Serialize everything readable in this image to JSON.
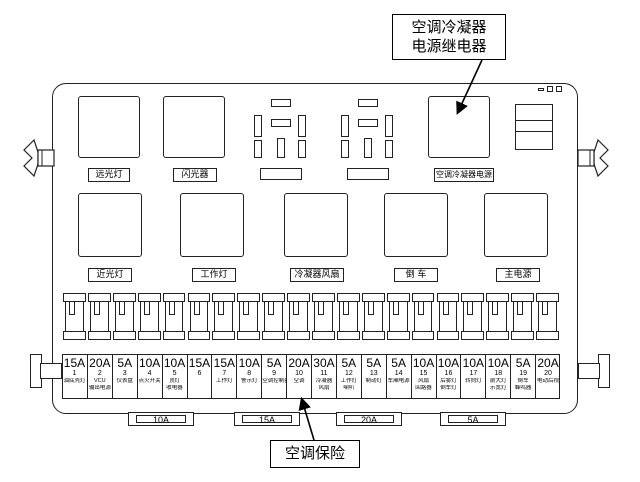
{
  "callouts": {
    "top_line1": "空调冷凝器",
    "top_line2": "电源继电器",
    "bottom": "空调保险"
  },
  "relays": {
    "row1": [
      "远光灯",
      "闪光器",
      "空调冷凝器电源"
    ],
    "row2": [
      "近光灯",
      "工作灯",
      "冷凝器风扇",
      "倒 车",
      "主电源"
    ]
  },
  "fuses": [
    {
      "amp": "15A",
      "num": "1",
      "name": "油底壳灯"
    },
    {
      "amp": "20A",
      "num": "2",
      "name": "VCU",
      "name2": "输出电源"
    },
    {
      "amp": "5A",
      "num": "3",
      "name": "仪表盘"
    },
    {
      "amp": "10A",
      "num": "4",
      "name": "点火开关"
    },
    {
      "amp": "10A",
      "num": "5",
      "name": "顶灯",
      "name2": "收电器"
    },
    {
      "amp": "15A",
      "num": "6",
      "name": ""
    },
    {
      "amp": "15A",
      "num": "7",
      "name": "工作灯"
    },
    {
      "amp": "10A",
      "num": "8",
      "name": "警示灯"
    },
    {
      "amp": "5A",
      "num": "9",
      "name": "空调控制器"
    },
    {
      "amp": "20A",
      "num": "10",
      "name": "空调"
    },
    {
      "amp": "30A",
      "num": "11",
      "name": "冷凝器",
      "name2": "风扇"
    },
    {
      "amp": "5A",
      "num": "12",
      "name": "工作灯",
      "name2": "喇叭"
    },
    {
      "amp": "5A",
      "num": "13",
      "name": "制动灯"
    },
    {
      "amp": "5A",
      "num": "14",
      "name": "车厢电源"
    },
    {
      "amp": "10A",
      "num": "15",
      "name": "风扇",
      "name2": "回路器"
    },
    {
      "amp": "10A",
      "num": "16",
      "name": "后雾灯",
      "name2": "倒车灯"
    },
    {
      "amp": "10A",
      "num": "17",
      "name": "转向灯"
    },
    {
      "amp": "10A",
      "num": "18",
      "name": "前大灯",
      "name2": "示宽灯"
    },
    {
      "amp": "5A",
      "num": "19",
      "name": "倒车",
      "name2": "蜂鸣器"
    },
    {
      "amp": "20A",
      "num": "20",
      "name": "电动后视"
    }
  ],
  "spare_fuses": [
    "10A",
    "15A",
    "20A",
    "5A"
  ]
}
